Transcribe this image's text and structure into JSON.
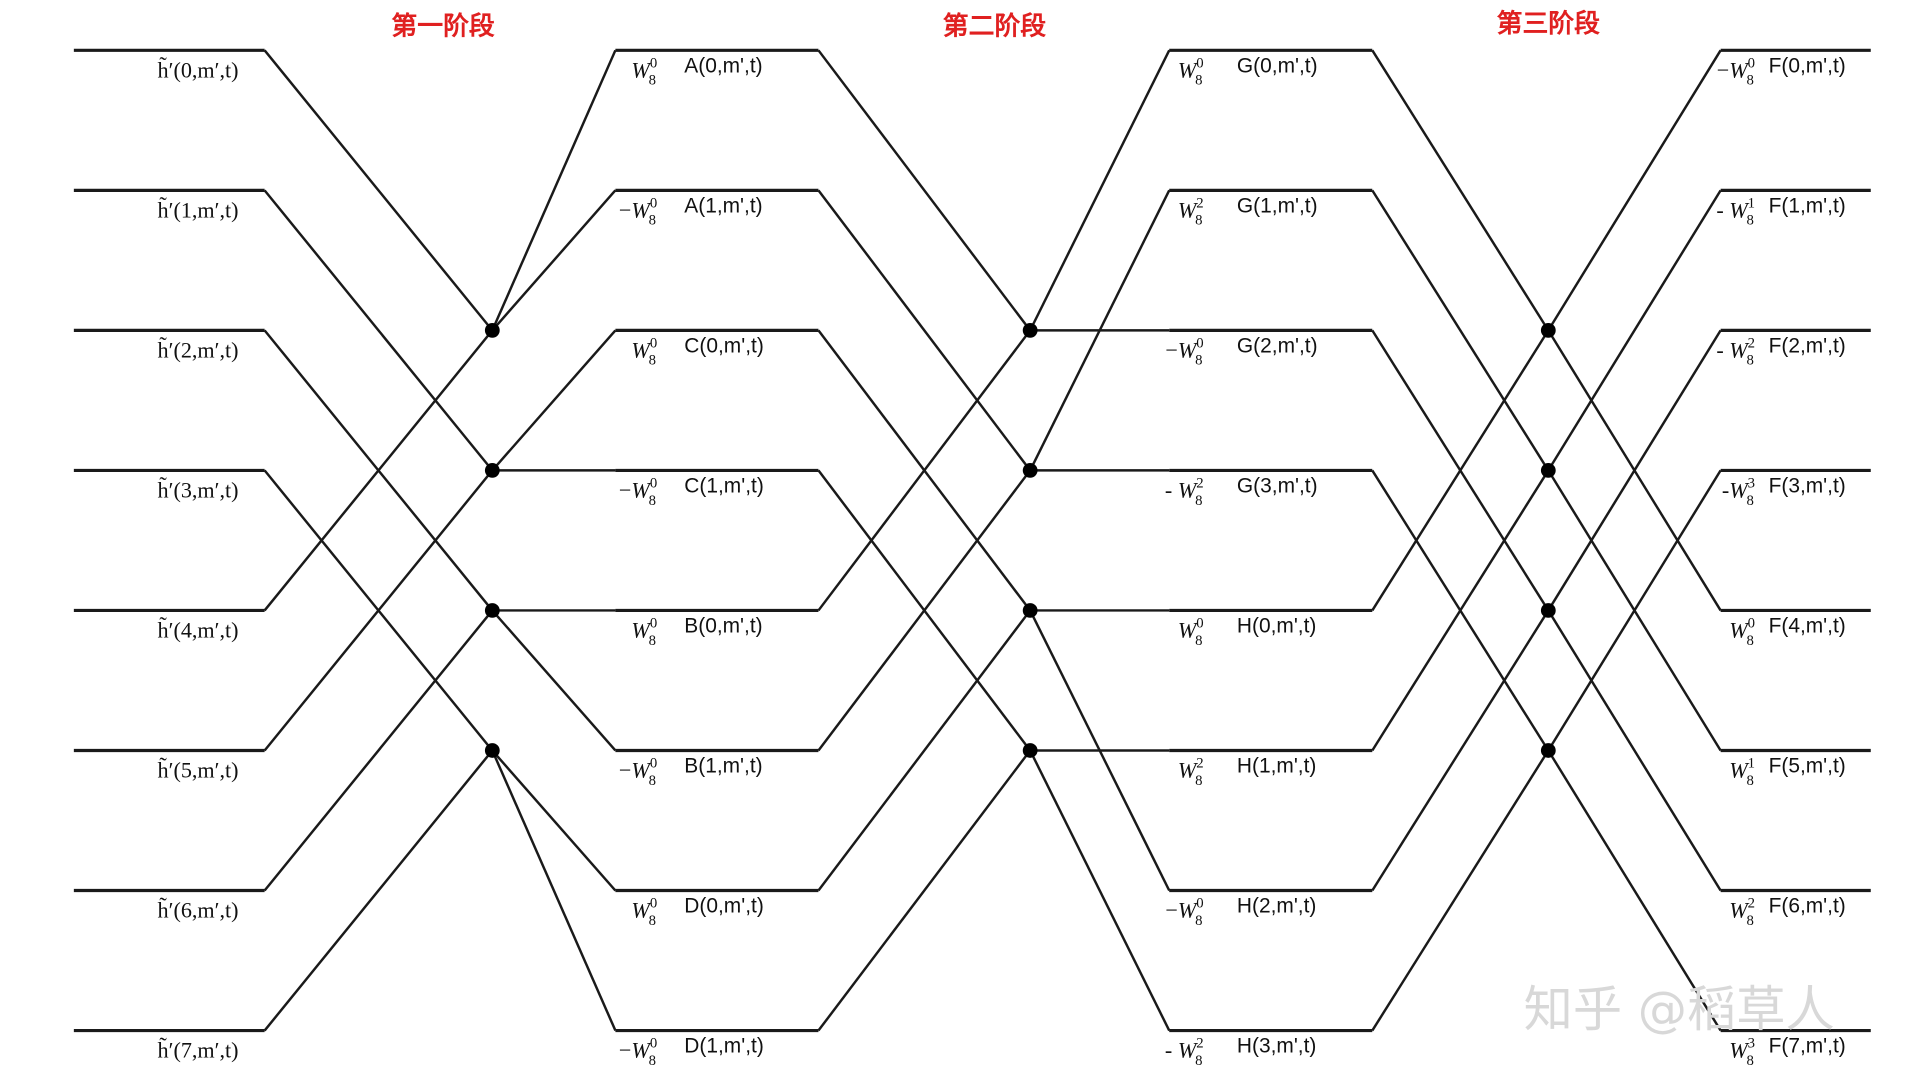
{
  "stages": [
    {
      "title": "第一阶段"
    },
    {
      "title": "第二阶段"
    },
    {
      "title": "第三阶段"
    }
  ],
  "inputs": [
    "h̃′(0,m′,t)",
    "h̃′(1,m′,t)",
    "h̃′(2,m′,t)",
    "h̃′(3,m′,t)",
    "h̃′(4,m′,t)",
    "h̃′(5,m′,t)",
    "h̃′(6,m′,t)",
    "h̃′(7,m′,t)"
  ],
  "stage1_outputs": [
    {
      "name": "A(0,m',t)",
      "weight": {
        "sign": "",
        "base": "W",
        "sub": "8",
        "sup": "0"
      }
    },
    {
      "name": "A(1,m',t)",
      "weight": {
        "sign": "−",
        "base": "W",
        "sub": "8",
        "sup": "0"
      }
    },
    {
      "name": "C(0,m',t)",
      "weight": {
        "sign": "",
        "base": "W",
        "sub": "8",
        "sup": "0"
      }
    },
    {
      "name": "C(1,m',t)",
      "weight": {
        "sign": "−",
        "base": "W",
        "sub": "8",
        "sup": "0"
      }
    },
    {
      "name": "B(0,m',t)",
      "weight": {
        "sign": "",
        "base": "W",
        "sub": "8",
        "sup": "0"
      }
    },
    {
      "name": "B(1,m',t)",
      "weight": {
        "sign": "−",
        "base": "W",
        "sub": "8",
        "sup": "0"
      }
    },
    {
      "name": "D(0,m',t)",
      "weight": {
        "sign": "",
        "base": "W",
        "sub": "8",
        "sup": "0"
      }
    },
    {
      "name": "D(1,m',t)",
      "weight": {
        "sign": "−",
        "base": "W",
        "sub": "8",
        "sup": "0"
      }
    }
  ],
  "stage2_outputs": [
    {
      "name": "G(0,m',t)",
      "weight": {
        "sign": "",
        "base": "W",
        "sub": "8",
        "sup": "0"
      }
    },
    {
      "name": "G(1,m',t)",
      "weight": {
        "sign": "",
        "base": "W",
        "sub": "8",
        "sup": "2"
      }
    },
    {
      "name": "G(2,m',t)",
      "weight": {
        "sign": "−",
        "base": "W",
        "sub": "8",
        "sup": "0"
      }
    },
    {
      "name": "G(3,m',t)",
      "weight": {
        "sign": "- ",
        "base": "W",
        "sub": "8",
        "sup": "2"
      }
    },
    {
      "name": "H(0,m',t)",
      "weight": {
        "sign": "",
        "base": "W",
        "sub": "8",
        "sup": "0"
      }
    },
    {
      "name": "H(1,m',t)",
      "weight": {
        "sign": "",
        "base": "W",
        "sub": "8",
        "sup": "2"
      }
    },
    {
      "name": "H(2,m',t)",
      "weight": {
        "sign": "−",
        "base": "W",
        "sub": "8",
        "sup": "0"
      }
    },
    {
      "name": "H(3,m',t)",
      "weight": {
        "sign": "- ",
        "base": "W",
        "sub": "8",
        "sup": "2"
      }
    }
  ],
  "stage3_outputs": [
    {
      "name": "F(0,m',t)",
      "weight": {
        "sign": "−",
        "base": "W",
        "sub": "8",
        "sup": "0"
      }
    },
    {
      "name": "F(1,m',t)",
      "weight": {
        "sign": "- ",
        "base": "W",
        "sub": "8",
        "sup": "1"
      }
    },
    {
      "name": "F(2,m',t)",
      "weight": {
        "sign": "- ",
        "base": "W",
        "sub": "8",
        "sup": "2"
      }
    },
    {
      "name": "F(3,m',t)",
      "weight": {
        "sign": "-",
        "base": "W",
        "sub": "8",
        "sup": "3"
      }
    },
    {
      "name": "F(4,m',t)",
      "weight": {
        "sign": "",
        "base": "W",
        "sub": "8",
        "sup": "0"
      }
    },
    {
      "name": "F(5,m',t)",
      "weight": {
        "sign": "",
        "base": "W",
        "sub": "8",
        "sup": "1"
      }
    },
    {
      "name": "F(6,m',t)",
      "weight": {
        "sign": "",
        "base": "W",
        "sub": "8",
        "sup": "2"
      }
    },
    {
      "name": "F(7,m',t)",
      "weight": {
        "sign": "",
        "base": "W",
        "sub": "8",
        "sup": "3"
      }
    }
  ],
  "watermark": "知乎 @稻草人",
  "colors": {
    "title": "#e02020",
    "line": "#1a1a1a",
    "watermark": "#d8d8d8"
  }
}
